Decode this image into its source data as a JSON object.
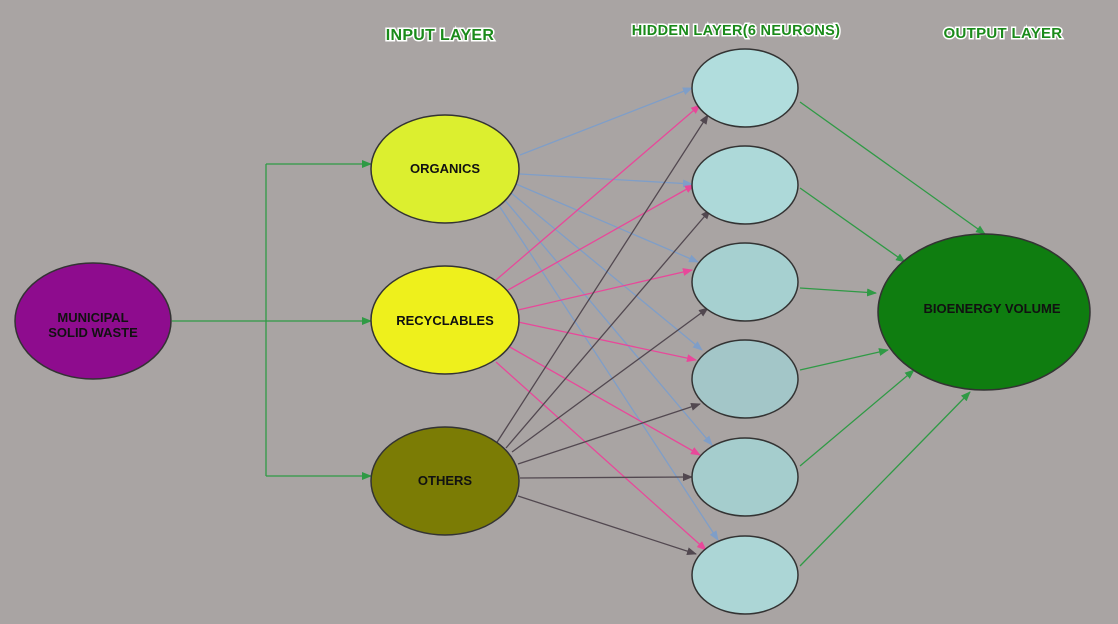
{
  "colors": {
    "background": "#a9a4a3",
    "source_fill": "#8e0c8e",
    "organics_fill": "#dcef2f",
    "recyclables_fill": "#eef01c",
    "others_fill": "#7b7c05",
    "hidden_fill": "#a6d3d3",
    "output_fill": "#0f7d10",
    "green_arrow": "#2f9a45",
    "blue_arrow": "#7f9ec8",
    "pink_arrow": "#e8489a",
    "dark_arrow": "#524850"
  },
  "titles": {
    "input": "INPUT LAYER",
    "hidden": "HIDDEN LAYER(6 NEURONS)",
    "output": "OUTPUT LAYER"
  },
  "nodes": {
    "source": {
      "line1": "MUNICIPAL",
      "line2": "SOLID WASTE"
    },
    "organics": "ORGANICS",
    "recyclables": "RECYCLABLES",
    "others": "OTHERS",
    "hidden_count": 6,
    "output": "BIOENERGY VOLUME"
  }
}
